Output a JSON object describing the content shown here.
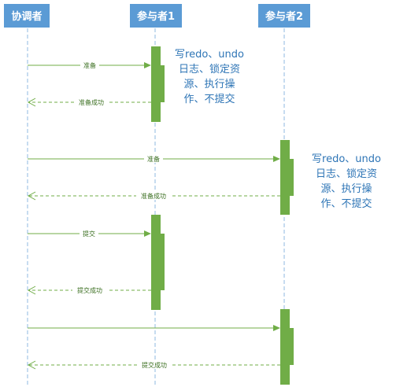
{
  "diagram": {
    "participants": [
      {
        "id": "coordinator",
        "label": "协调者"
      },
      {
        "id": "participant1",
        "label": "参与者1"
      },
      {
        "id": "participant2",
        "label": "参与者2"
      }
    ],
    "messages": [
      {
        "from": "coordinator",
        "to": "participant1",
        "label": "准备",
        "style": "solid"
      },
      {
        "from": "participant1",
        "to": "coordinator",
        "label": "准备成功",
        "style": "dashed"
      },
      {
        "from": "coordinator",
        "to": "participant2",
        "label": "准备",
        "style": "solid"
      },
      {
        "from": "participant2",
        "to": "coordinator",
        "label": "准备成功",
        "style": "dashed"
      },
      {
        "from": "coordinator",
        "to": "participant1",
        "label": "提交",
        "style": "solid"
      },
      {
        "from": "participant1",
        "to": "coordinator",
        "label": "提交成功",
        "style": "dashed"
      },
      {
        "from": "coordinator",
        "to": "participant2",
        "label": "",
        "style": "solid"
      },
      {
        "from": "participant2",
        "to": "coordinator",
        "label": "提交成功",
        "style": "dashed"
      }
    ],
    "notes": [
      {
        "target": "participant1",
        "lines": [
          "写redo、undo",
          "日志、锁定资",
          "源、执行操",
          "作、不提交"
        ]
      },
      {
        "target": "participant2",
        "lines": [
          "写redo、undo",
          "日志、锁定资",
          "源、执行操",
          "作、不提交"
        ]
      }
    ]
  },
  "colors": {
    "actor_box": "#5b9bd5",
    "lifeline": "#8fb8e0",
    "activation": "#70ad47",
    "message": "#70ad47",
    "note_text": "#2e75b6"
  }
}
